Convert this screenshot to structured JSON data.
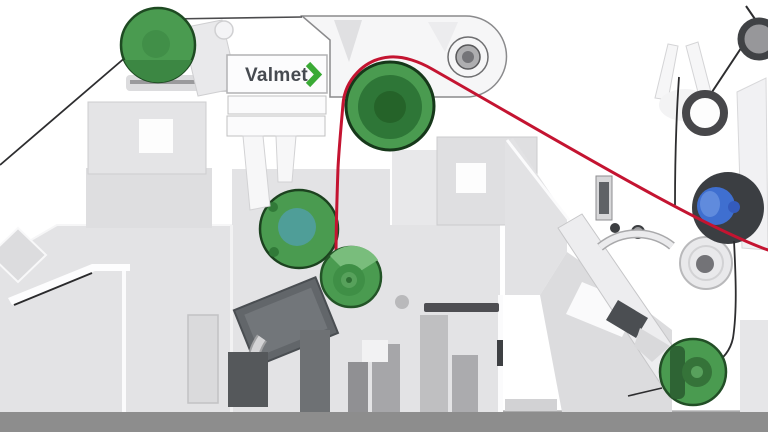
{
  "brand": {
    "logo_text": "Valmet"
  },
  "colors": {
    "brand_green": "#3aaa35",
    "logo_text": "#464a50",
    "highlight_green": "#4a9b50",
    "highlight_green_dark": "#2e7637",
    "highlight_green_rim": "#1e4a22",
    "web_red": "#c41431",
    "roller_blue": "#3f6fd0",
    "felt_line": "#2d2d2f",
    "machine_light": "#e3e3e5",
    "floor_grey": "#8d8d8d"
  },
  "scene": {
    "type": "paper-machine-side-view-illustration",
    "highlighted_rollers": [
      {
        "id": "roller-top-left"
      },
      {
        "id": "roller-large-center"
      },
      {
        "id": "roller-mid-left"
      },
      {
        "id": "roller-mid-lower"
      },
      {
        "id": "roller-bottom-right"
      }
    ],
    "blue_roller": {
      "id": "blue-press-roller"
    },
    "web_path": {
      "id": "red-web-line"
    }
  }
}
